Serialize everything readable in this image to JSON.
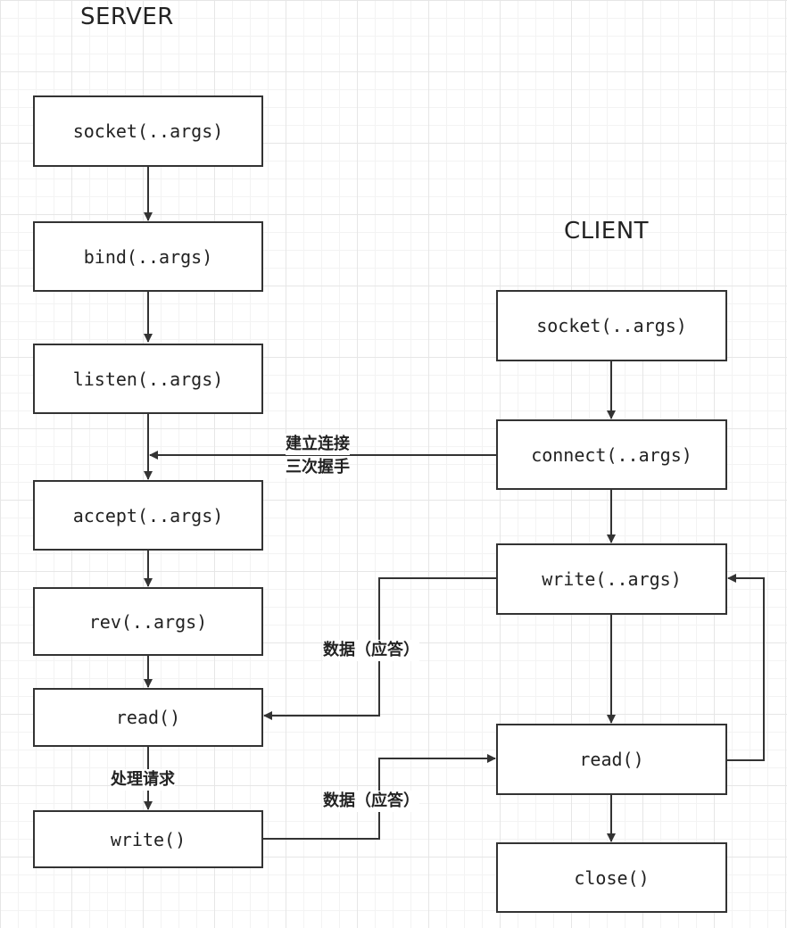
{
  "server": {
    "title": "SERVER",
    "steps": {
      "socket": "socket(..args)",
      "bind": "bind(..args)",
      "listen": "listen(..args)",
      "accept": "accept(..args)",
      "rev": "rev(..args)",
      "read": "read()",
      "write": "write()"
    }
  },
  "client": {
    "title": "CLIENT",
    "steps": {
      "socket": "socket(..args)",
      "connect": "connect(..args)",
      "write": "write(..args)",
      "read": "read()",
      "close": "close()"
    }
  },
  "edge_labels": {
    "handshake_line1": "建立连接",
    "handshake_line2": "三次握手",
    "data_to_server": "数据（应答）",
    "process_request": "处理请求",
    "data_to_client": "数据（应答）"
  }
}
